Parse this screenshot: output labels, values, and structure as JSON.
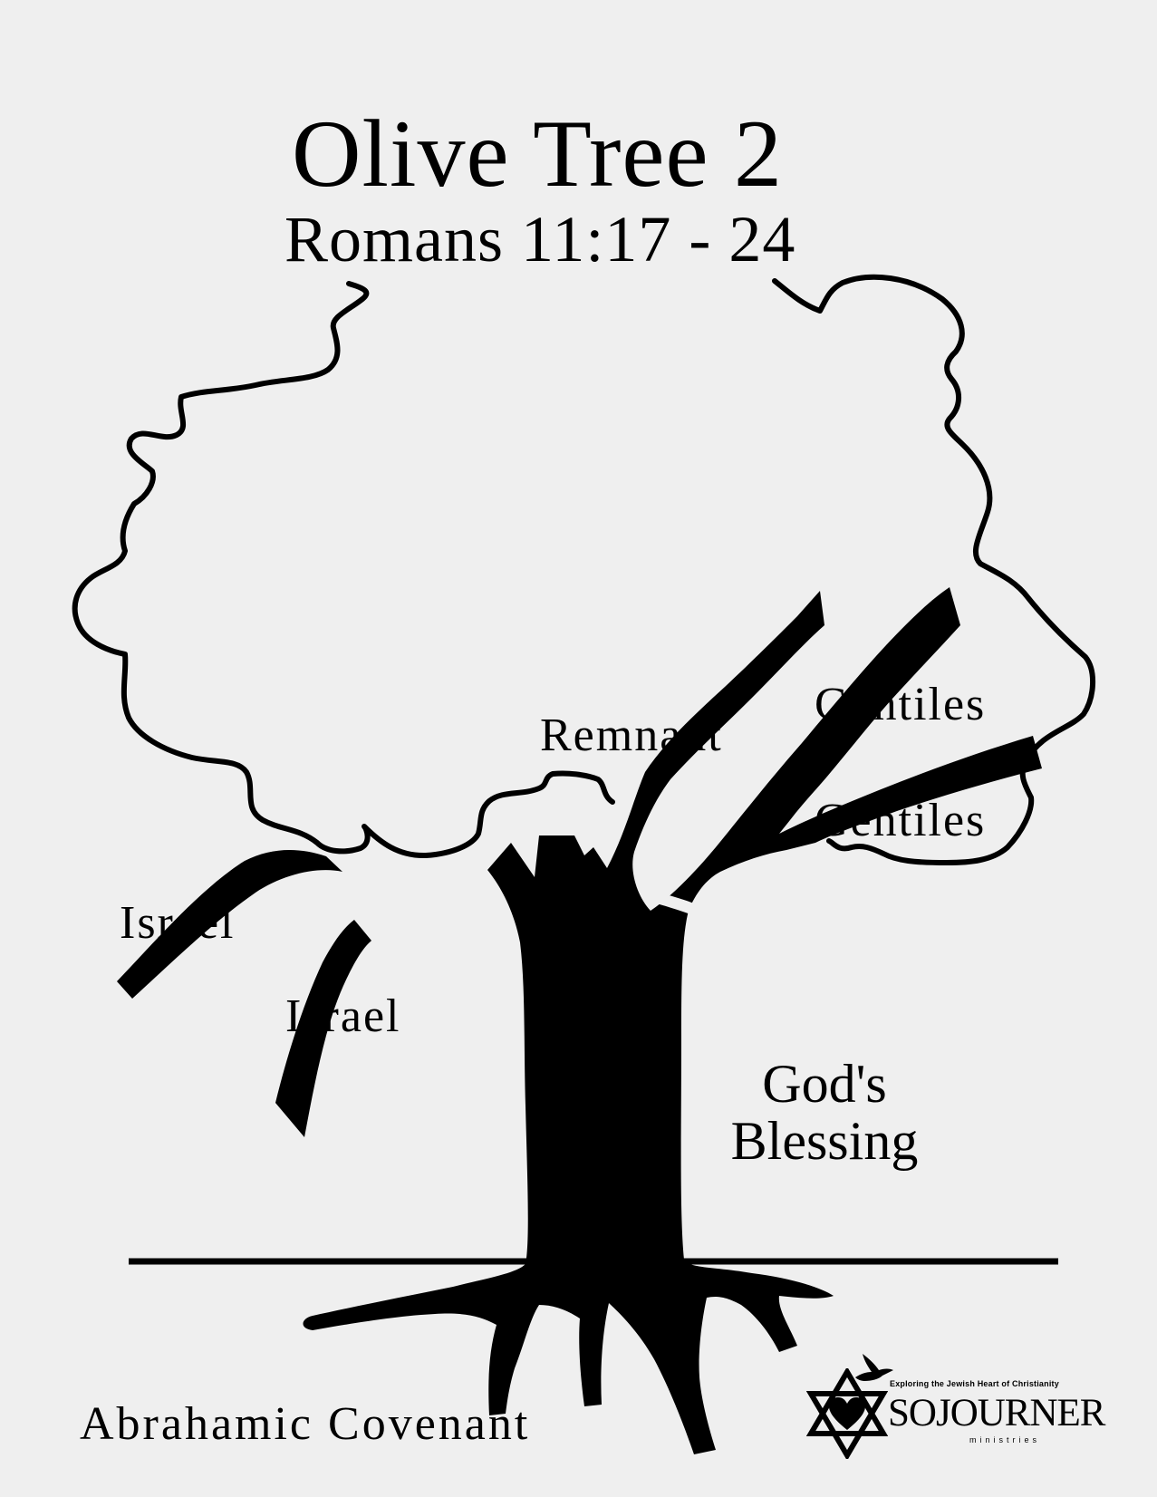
{
  "diagram": {
    "title": "Olive Tree 2",
    "subtitle": "Romans 11:17 - 24",
    "labels": {
      "remnant": "Remnant",
      "gentiles_upper": "Gentiles",
      "gentiles_lower": "Gentiles",
      "israel_left": "Israel",
      "israel_right": "Israel",
      "gods_blessing_line1": "God's",
      "gods_blessing_line2": "Blessing",
      "root": "Abrahamic Covenant"
    }
  },
  "logo": {
    "name": "SOJOURNER",
    "tagline": "Exploring the Jewish Heart of Christianity",
    "subtitle": "ministries",
    "icons": [
      "star-of-david-icon",
      "heart-icon",
      "dove-icon"
    ]
  },
  "colors": {
    "background": "#efefef",
    "ink": "#000000"
  }
}
